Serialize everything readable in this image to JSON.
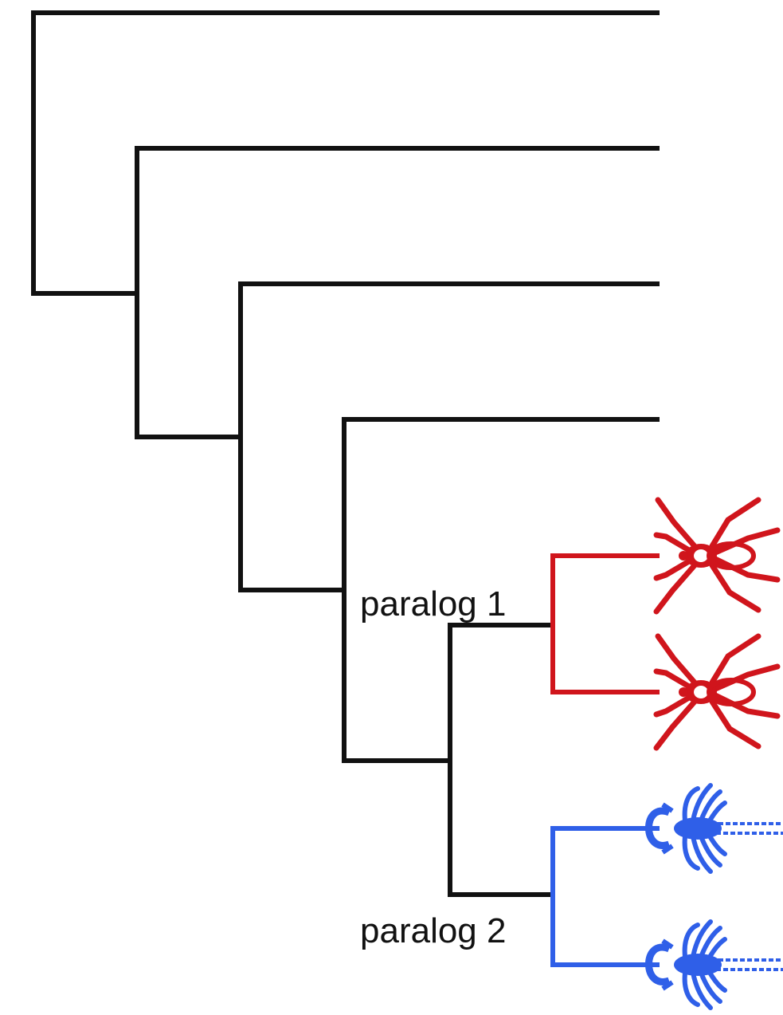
{
  "diagram": {
    "type": "phylogenetic-tree",
    "labels": {
      "paralog1": "paralog 1",
      "paralog2": "paralog 2"
    },
    "colors": {
      "outgroup": "#111111",
      "paralog1": "#d0151c",
      "paralog2": "#2f5fe8"
    },
    "taxa": [
      {
        "id": "outgroup-1",
        "icon": "none"
      },
      {
        "id": "outgroup-2",
        "icon": "none"
      },
      {
        "id": "outgroup-3",
        "icon": "none"
      },
      {
        "id": "outgroup-4",
        "icon": "none"
      },
      {
        "id": "paralog-1-copy-a",
        "icon": "spider-icon"
      },
      {
        "id": "paralog-1-copy-b",
        "icon": "spider-icon"
      },
      {
        "id": "paralog-2-copy-a",
        "icon": "scorpion-icon"
      },
      {
        "id": "paralog-2-copy-b",
        "icon": "scorpion-icon"
      }
    ]
  }
}
